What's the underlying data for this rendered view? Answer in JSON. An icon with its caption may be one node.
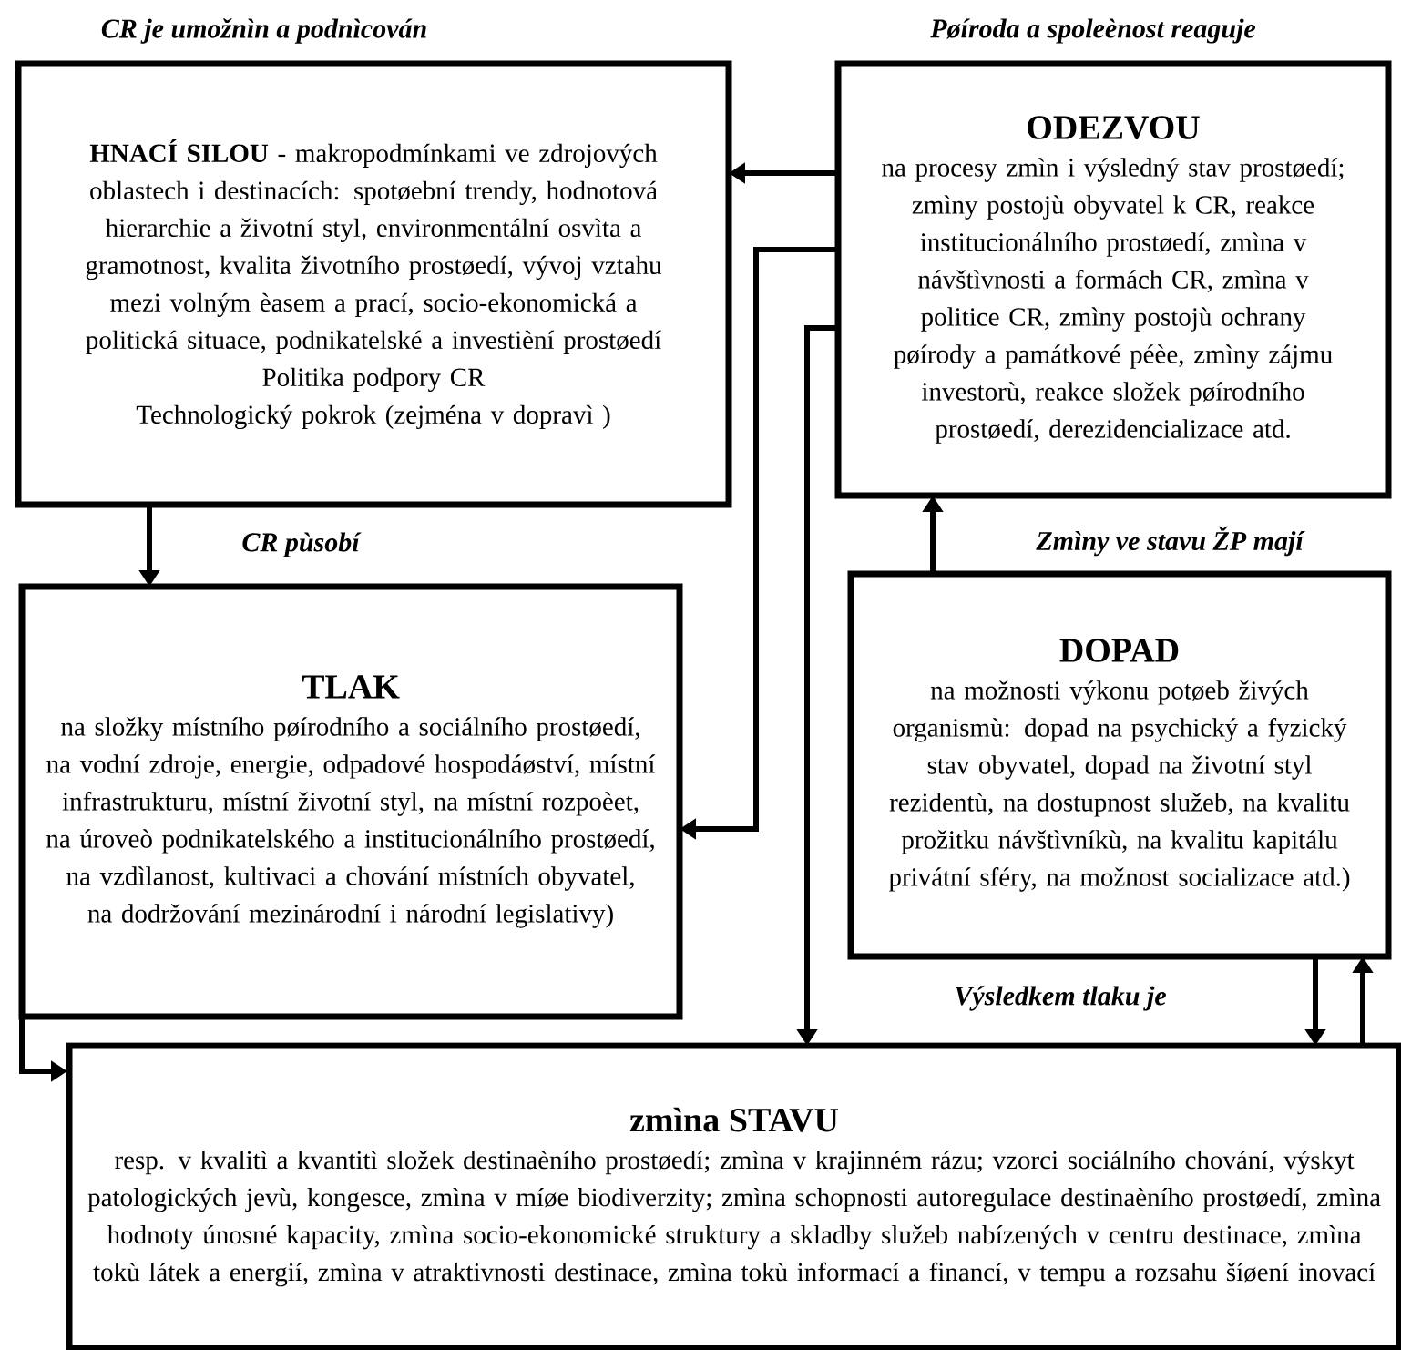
{
  "diagram": {
    "nodes": [
      {
        "text": [
          "**HNACÍ SILOU** - makropodmínkami ve zdrojových oblastech i destinacích: spotøební trendy, hodnotová hierarchie a životní styl, environmentální osvìta a gramotnost, kvalita životního prostøedí, vývoj vztahu mezi volným èasem a prací, socio-ekonomická a politická situace, podnikatelské a investièní prostøedí",
          "Politika podpory CR",
          "Technologický pokrok (zejména v dopravì )"
        ]
      },
      {
        "text": [
          "ODEZVOU",
          "na procesy zmìn i výsledný stav prostøedí; zmìny postojù obyvatel k CR, reakce institucionálního prostøedí, zmìna v návštìvnosti a formách CR, zmìna v politice CR, zmìny postojù ochrany pøírody a památkové péèe, zmìny zájmu investorù, reakce složek pøírodního prostøedí, derezidencializace atd."
        ]
      },
      {
        "text": [
          "TLAK",
          "na složky místního pøírodního a sociálního prostøedí, na vodní zdroje, energie, odpadové hospodáøství, místní infrastrukturu, místní životní styl, na místní rozpoèet, na úroveò podnikatelského a institucionálního prostøedí, na vzdìlanost, kultivaci a chování místních obyvatel, na dodržování mezinárodní i národní legislativy)"
        ]
      },
      {
        "text": [
          "DOPAD",
          "na možnosti výkonu potøeb živých organismù: dopad na psychický a fyzický stav obyvatel, dopad na životní styl rezidentù, na dostupnost služeb, na kvalitu prožitku návštìvníkù, na kvalitu kapitálu privátní sféry, na možnost socializace atd.)"
        ]
      },
      {
        "text": [
          "zmìna STAVU",
          "resp. v kvalitì a kvantitì složek destinaèního prostøedí; zmìna v krajinném rázu; vzorci sociálního chování, výskyt patologických jevù, kongesce, zmìna v míøe biodiverzity; zmìna schopnosti autoregulace destinaèního prostøedí, zmìna hodnoty únosné kapacity, zmìna socio-ekonomické struktury a skladby služeb nabízených v centru destinace, zmìna tokù látek a energií, zmìna v atraktivnosti destinace, zmìna tokù informací a financí, v tempu a rozsahu šíøení inovací"
        ]
      }
    ],
    "edges": [
      {
        "from": 0,
        "to": 2,
        "arrow": "to",
        "label": "CR pùsobí"
      },
      {
        "from": 1,
        "to": 0,
        "arrow": "to"
      },
      {
        "from": 1,
        "to": 2,
        "arrow": "to"
      },
      {
        "from": 1,
        "to": 4,
        "arrow": "to"
      },
      {
        "from": 2,
        "to": 4,
        "arrow": "to"
      },
      {
        "from": 3,
        "to": 4,
        "arrow": "to"
      },
      {
        "from": 4,
        "to": 3,
        "arrow": "to"
      },
      {
        "from": 3,
        "to": 1,
        "arrow": "to",
        "label": "Zmìny ve stavu ŽP mají"
      }
    ],
    "labels": [
      "CR je umožnìn a podnìcován",
      "Pøíroda a spoleènost reaguje",
      "Výsledkem tlaku je"
    ]
  }
}
